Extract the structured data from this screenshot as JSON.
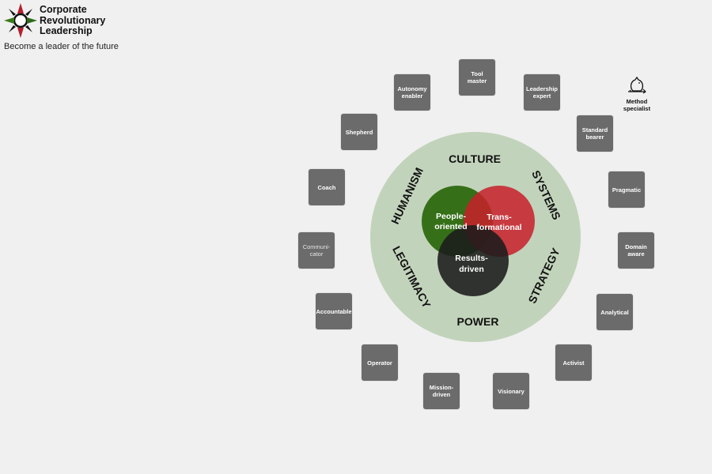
{
  "brand": {
    "name_lines": [
      "Corporate",
      "Revolutionary",
      "Leadership"
    ],
    "tagline": "Become a leader of the future",
    "logo_colors": {
      "top": "#b3202f",
      "left": "#3a7a1c",
      "right": "#2e6a1a",
      "bottom": "#b3202f",
      "diag": "#111111"
    }
  },
  "method_specialist": {
    "line1": "Method",
    "line2": "specialist",
    "icon": "owl-icon"
  },
  "tiles": [
    {
      "l1": "Tool",
      "l2": "master"
    },
    {
      "l1": "Autonomy",
      "l2": "enabler"
    },
    {
      "l1": "Leadership",
      "l2": "expert"
    },
    {
      "l1": "Shepherd",
      "l2": ""
    },
    {
      "l1": "Standard",
      "l2": "bearer"
    },
    {
      "l1": "Coach",
      "l2": ""
    },
    {
      "l1": "Pragmatic",
      "l2": ""
    },
    {
      "l1": "Communi-",
      "l2": "cator"
    },
    {
      "l1": "Domain",
      "l2": "aware"
    },
    {
      "l1": "Accountable",
      "l2": ""
    },
    {
      "l1": "Analytical",
      "l2": ""
    },
    {
      "l1": "Operator",
      "l2": ""
    },
    {
      "l1": "Activist",
      "l2": ""
    },
    {
      "l1": "Mission-",
      "l2": "driven"
    },
    {
      "l1": "Visionary",
      "l2": ""
    }
  ],
  "diagram": {
    "ring_labels": {
      "top": "CULTURE",
      "bottom": "POWER",
      "upper_left": "HUMANISM",
      "upper_right": "SYSTEMS",
      "lower_left": "LEGITIMACY",
      "lower_right": "STRATEGY"
    },
    "circles": {
      "people": {
        "l1": "People-",
        "l2": "oriented"
      },
      "trans": {
        "l1": "Trans-",
        "l2": "formational"
      },
      "results": {
        "l1": "Results-",
        "l2": "driven"
      }
    },
    "colors": {
      "ring": "#c2d3bb",
      "people": "#2d6a0f",
      "trans": "#c81e2a",
      "results": "#1b1b1b",
      "tile": "#6b6b6b",
      "background": "#f0f0f0"
    }
  }
}
